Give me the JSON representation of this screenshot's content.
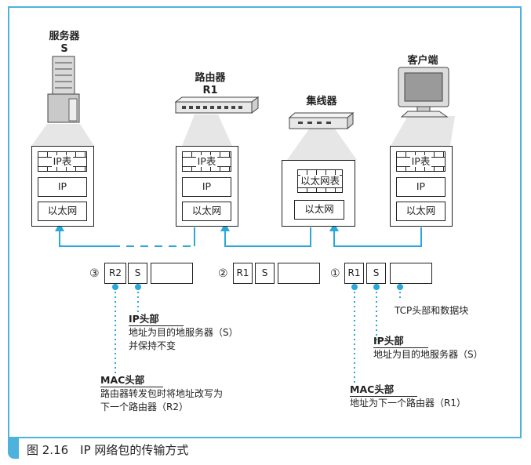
{
  "devices": {
    "server": {
      "name": "服务器",
      "id": "S"
    },
    "router": {
      "name": "路由器",
      "id": "R1"
    },
    "hub": {
      "name": "集线器"
    },
    "client": {
      "name": "客户端"
    }
  },
  "stacks": {
    "server": {
      "table": "IP表",
      "ip": "IP",
      "eth": "以太网"
    },
    "router": {
      "table": "IP表",
      "ip": "IP",
      "eth": "以太网"
    },
    "hub": {
      "table": "以太网表",
      "eth": "以太网"
    },
    "client": {
      "table": "IP表",
      "ip": "IP",
      "eth": "以太网"
    }
  },
  "packets": [
    {
      "num": "③",
      "mac": "R2",
      "ip": "S"
    },
    {
      "num": "②",
      "mac": "R1",
      "ip": "S"
    },
    {
      "num": "①",
      "mac": "R1",
      "ip": "S"
    }
  ],
  "annotations": {
    "ip_header_left": {
      "title": "IP头部",
      "line1": "地址为目的地服务器（S）",
      "line2": "并保持不变"
    },
    "mac_header_left": {
      "title": "MAC头部",
      "line1": "路由器转发包时将地址改写为",
      "line2": "下一个路由器（R2）"
    },
    "tcp": {
      "text": "TCP头部和数据块"
    },
    "ip_header_right": {
      "title": "IP头部",
      "line1": "地址为目的地服务器（S）"
    },
    "mac_header_right": {
      "title": "MAC头部",
      "line1": "地址为下一个路由器（R1）"
    }
  },
  "caption": "图 2.16　IP 网络包的传输方式",
  "colors": {
    "accent": "#4db3dd",
    "dot": "#29a8dc",
    "cone": "#e6e6e6",
    "device": "#dcdcdc"
  }
}
